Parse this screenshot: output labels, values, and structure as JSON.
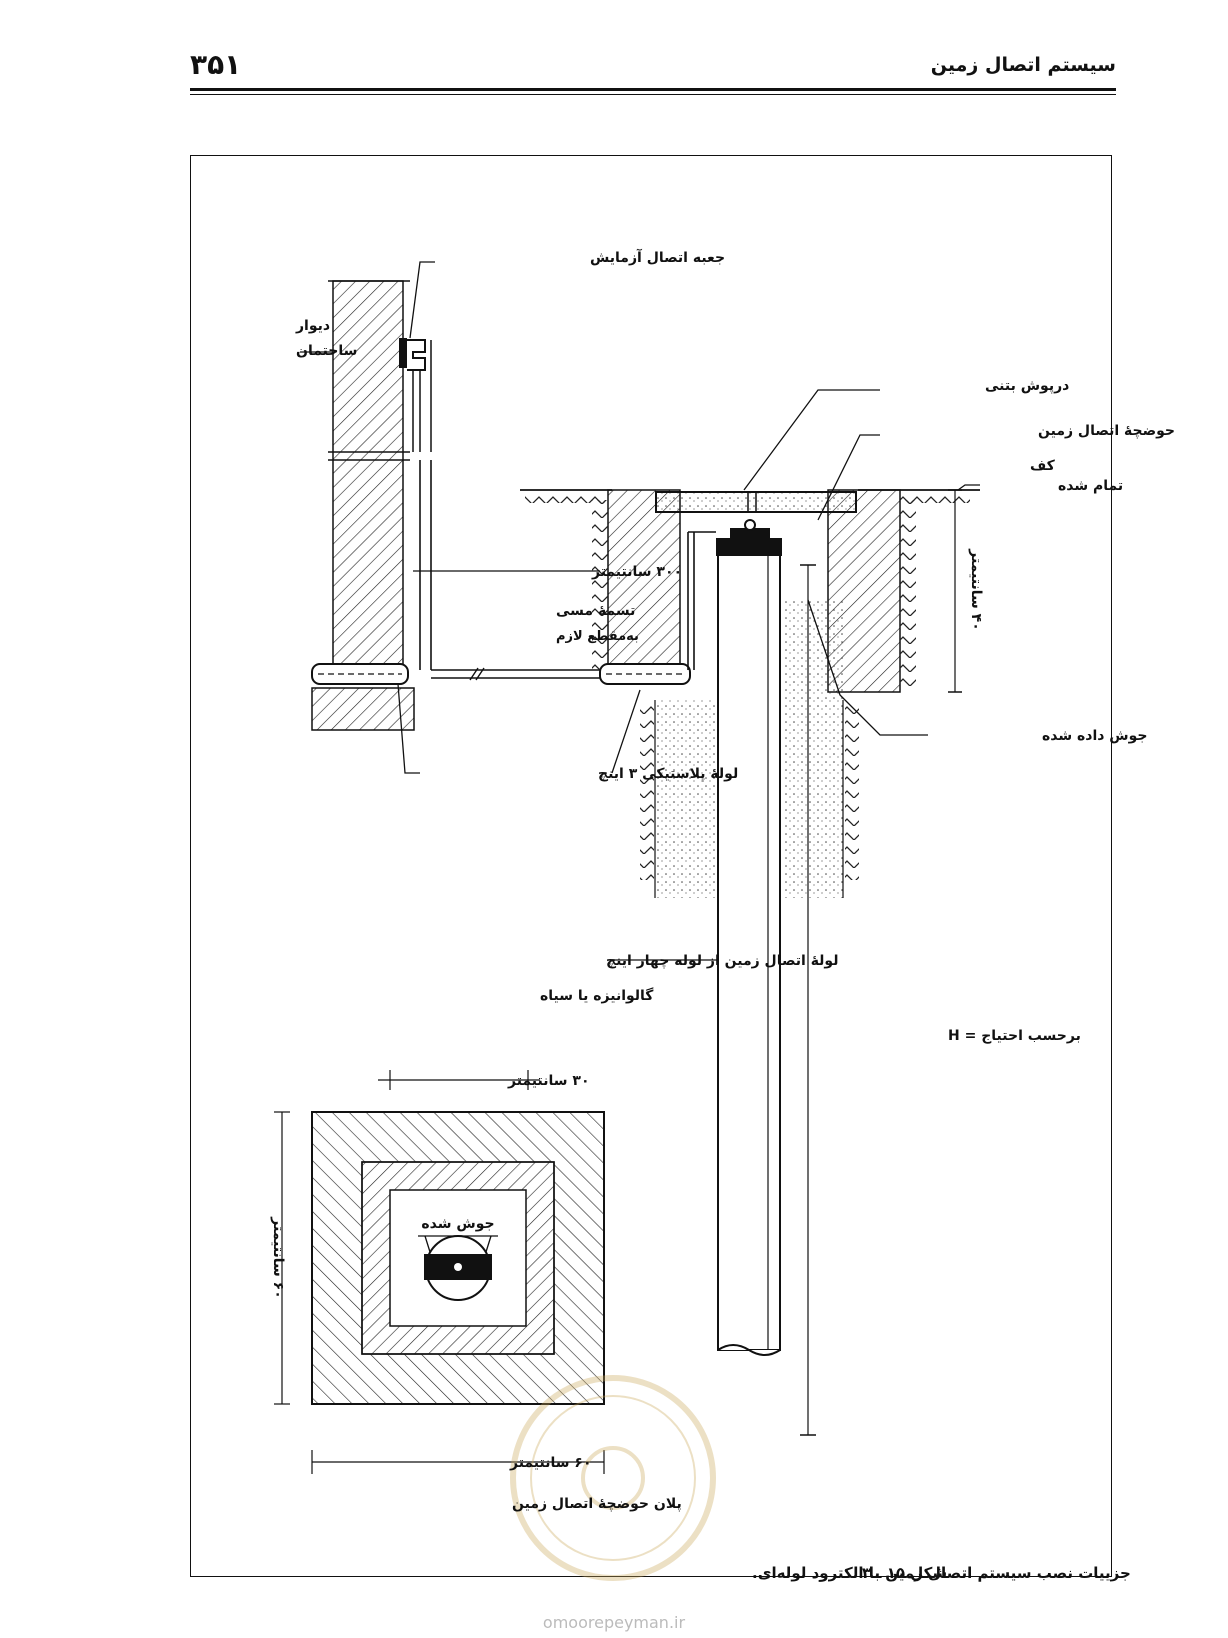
{
  "header": {
    "page_number": "۳۵۱",
    "chapter_title": "سیستم اتصال زمین"
  },
  "labels": {
    "test_box": "جعبه اتصال آزمایش",
    "wall_line1": "دیوار",
    "wall_line2": "ساختمان",
    "concrete_lid": "درپوش بتنی",
    "earth_pit": "حوضچهٔ اتصال زمین",
    "finished_floor_line1": "کف",
    "finished_floor_line2": "تمام شده",
    "dim_300": "۳۰۰ سانتیمتر",
    "copper_strip_line1": "تسمهٔ مسی",
    "copper_strip_line2": "به‌مقطع لازم",
    "dim_40": "۴۰ سانتیمتر",
    "welded": "جوش داده شده",
    "plastic_pipe": "لولهٔ پلاستیکی ۳ اینچ",
    "earth_pipe_line1": "لولهٔ اتصال زمین از لوله چهار اینچ",
    "earth_pipe_line2": "گالوانیزه یا سیاه",
    "h_as_needed": "برحسب احتیاج = H",
    "plan_dim_30": "۳۰ سانتیمتر",
    "plan_welded": "جوش شده",
    "plan_dim_60_side": "۶۰ سانتیمتر",
    "plan_dim_60_bottom": "۶۰ سانتیمتر",
    "plan_title": "پلان حوضچهٔ اتصال زمین"
  },
  "caption": {
    "number": "شکل ۱۵ ـ ۳",
    "text": "جزییات نصب سیستم اتصال زمین با الکترود لوله‌ای."
  },
  "watermark": {
    "site": "omoorepeyman.ir"
  }
}
